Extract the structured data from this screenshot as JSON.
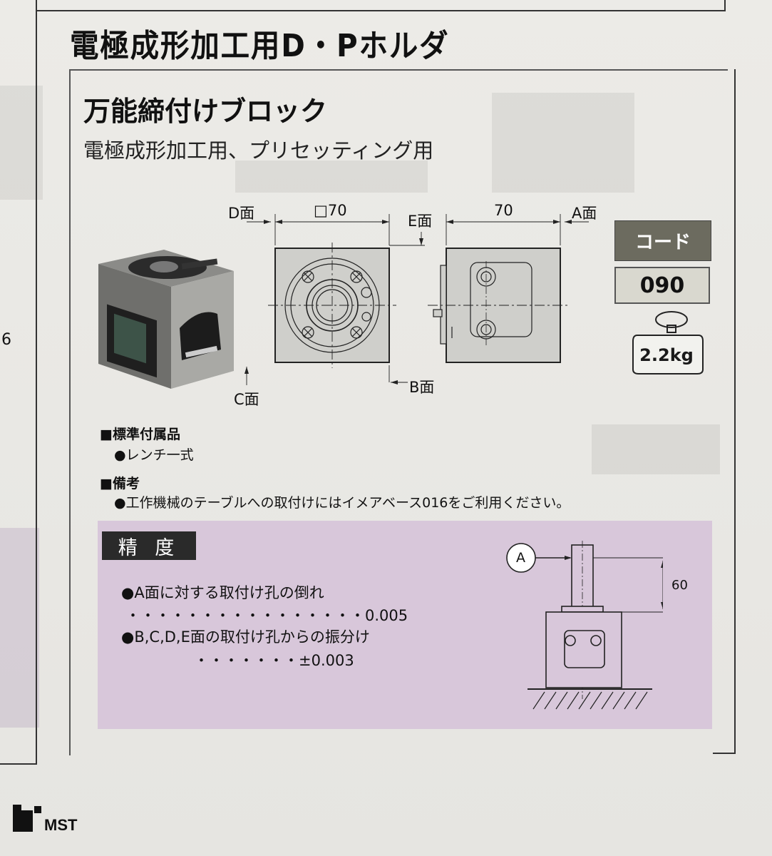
{
  "page": {
    "title": "電極成形加工用D・Pホルダ",
    "page_number_fragment": "6"
  },
  "product": {
    "name": "万能締付けブロック",
    "usage": "電極成形加工用、プリセッティング用",
    "code_label": "コード",
    "code_value": "090",
    "weight": "2.2kg"
  },
  "drawing": {
    "label_d": "D面",
    "label_square": "□70",
    "label_e": "E面",
    "label_70": "70",
    "label_a": "A面",
    "label_b": "B面",
    "label_c": "C面"
  },
  "accessories": {
    "heading": "■標準付属品",
    "items": [
      "●レンチ一式"
    ]
  },
  "remarks": {
    "heading": "■備考",
    "items": [
      "●工作機械のテーブルへの取付けにはイメアベース016をご利用ください。"
    ]
  },
  "precision": {
    "heading": "精 度",
    "item1": "●A面に対する取付け孔の倒れ",
    "item1_value": "・・・・・・・・・・・・・・・・0.005",
    "item2": "●B,C,D,E面の取付け孔からの振分け",
    "item2_value": "・・・・・・・±0.003",
    "diagram_label_a": "A",
    "diagram_dim": "60"
  },
  "logo": {
    "text": "MST"
  },
  "colors": {
    "code_bg": "#6c6b5f",
    "code_value_bg": "#d9d8cf",
    "precision_bg": "#d8c7da",
    "precision_head_bg": "#2a2a2a"
  }
}
